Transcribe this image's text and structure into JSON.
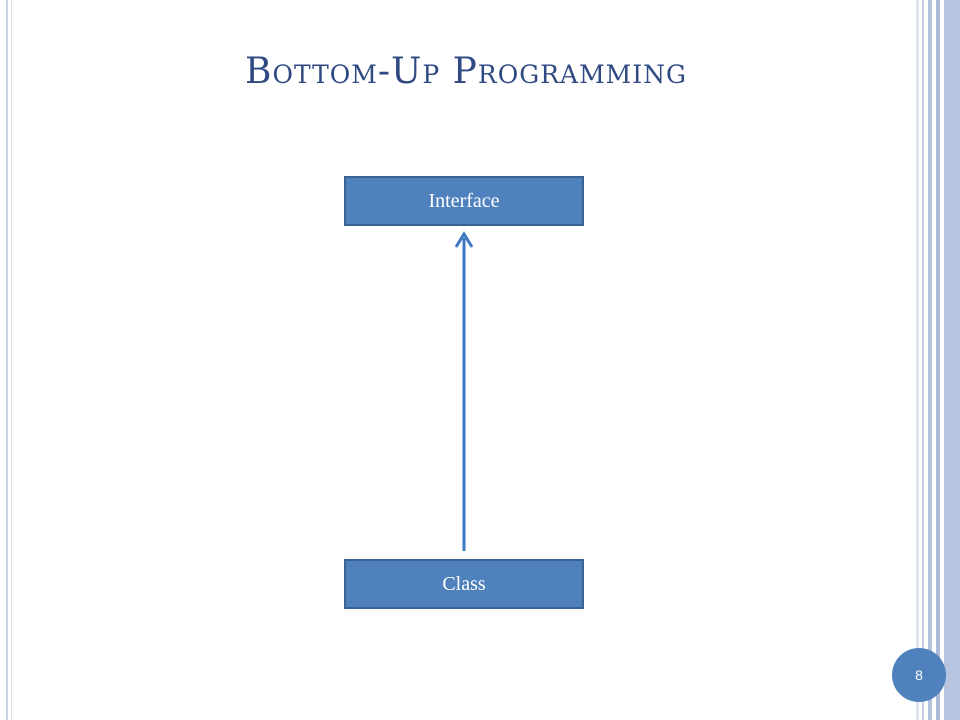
{
  "slide": {
    "title_parts": [
      {
        "big": "B",
        "small": "OTTOM"
      },
      {
        "plain": "-"
      },
      {
        "big": "U",
        "small": "P"
      },
      {
        "space": " "
      },
      {
        "big": "P",
        "small": "ROGRAMMING"
      }
    ],
    "page_number": "8"
  },
  "diagram": {
    "top_node": "Interface",
    "bottom_node": "Class"
  },
  "colors": {
    "title": "#2f4a82",
    "node_fill": "#4f81bd",
    "node_border": "#3a6394",
    "arrow": "#3a78c2",
    "badge": "#4f81bd"
  }
}
